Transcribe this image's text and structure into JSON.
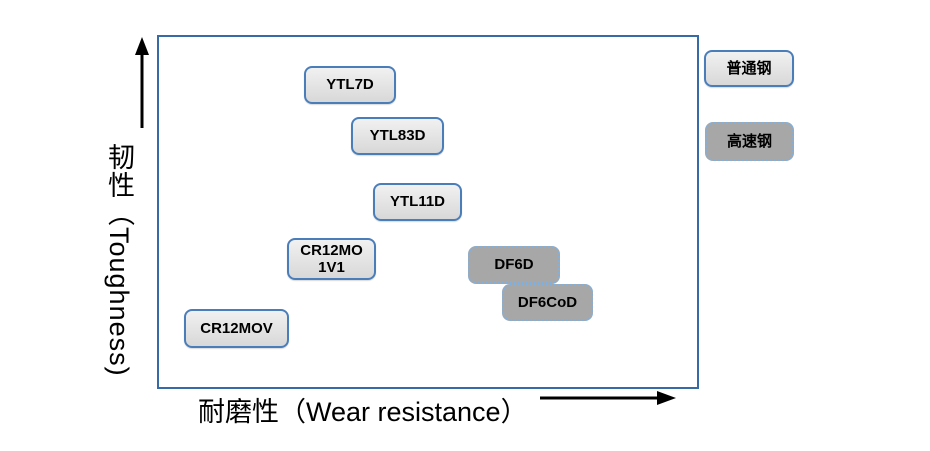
{
  "axes": {
    "y_label": "韧性（Toughness)",
    "x_label": "耐磨性（Wear resistance）"
  },
  "legend": [
    {
      "id": "ordinary",
      "label": "普通钢",
      "style": "light gray box, solid blue border"
    },
    {
      "id": "hss",
      "label": "高速钢",
      "style": "dark gray box, dotted blue border"
    }
  ],
  "colors": {
    "plot_border": "#376ba6",
    "solid_box_border": "#4a7ebb",
    "solid_box_fill": "#e2e2e2",
    "dotted_box_border": "#7fb0df",
    "dotted_box_fill": "#a7a7a7",
    "arrow": "#000000",
    "text": "#000000"
  },
  "chart_data": {
    "type": "scatter",
    "title": "",
    "xlabel": "耐磨性（Wear resistance）",
    "ylabel": "韧性（Toughness)",
    "axis_style": "conceptual axes with arrows, no ticks or numeric scale",
    "xlim": [
      0,
      1
    ],
    "ylim": [
      0,
      1
    ],
    "legend_position": "top-right, outside plot",
    "grid": false,
    "points": [
      {
        "label": "YTL7D",
        "category": "普通钢",
        "x": 0.36,
        "y": 0.86
      },
      {
        "label": "YTL83D",
        "category": "普通钢",
        "x": 0.44,
        "y": 0.72
      },
      {
        "label": "YTL11D",
        "category": "普通钢",
        "x": 0.48,
        "y": 0.53
      },
      {
        "label": "CR12MO 1V1",
        "category": "普通钢",
        "x": 0.32,
        "y": 0.37
      },
      {
        "label": "DF6D",
        "category": "高速钢",
        "x": 0.66,
        "y": 0.35
      },
      {
        "label": "DF6CoD",
        "category": "高速钢",
        "x": 0.72,
        "y": 0.24
      },
      {
        "label": "CR12MOV",
        "category": "普通钢",
        "x": 0.15,
        "y": 0.17
      }
    ]
  }
}
